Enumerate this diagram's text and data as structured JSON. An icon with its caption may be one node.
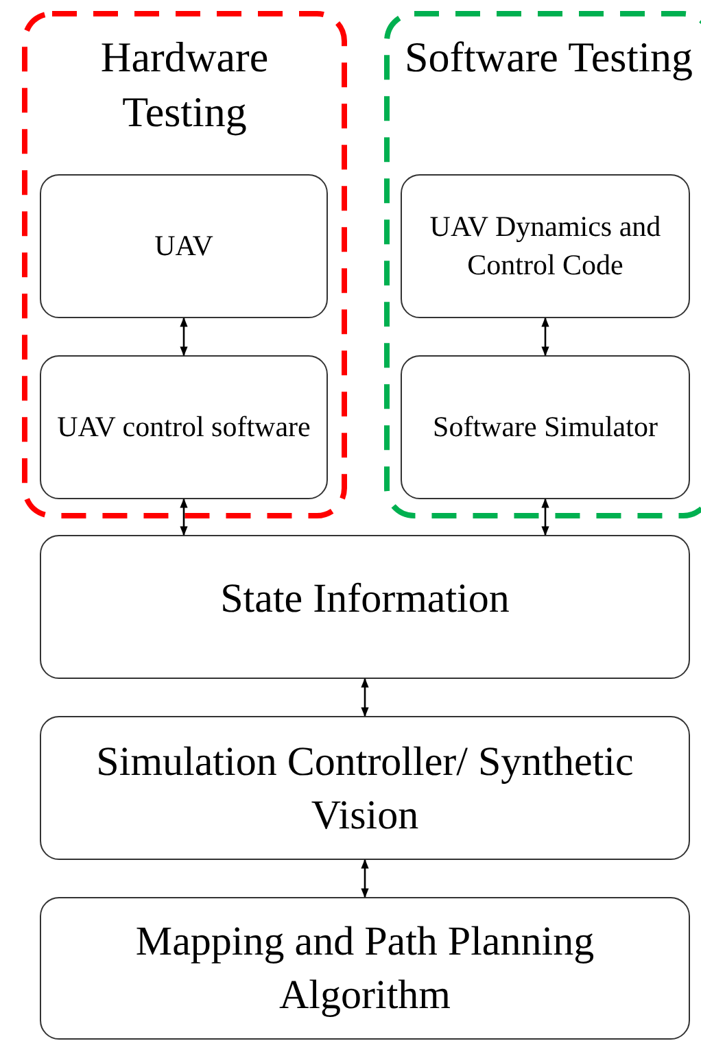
{
  "diagram": {
    "nodes": [
      {
        "text": [
          "Hardware Testing"
        ]
      },
      {
        "text": [
          "UAV"
        ],
        "in": 0
      },
      {
        "text": [
          "UAV control software"
        ],
        "in": 0
      },
      {
        "text": [
          "Software Testing"
        ]
      },
      {
        "text": [
          "UAV Dynamics and Control Code"
        ],
        "in": 3
      },
      {
        "text": [
          "Software Simulator"
        ],
        "in": 3
      },
      {
        "text": [
          "State Information"
        ]
      },
      {
        "text": [
          "Simulation Controller/ Synthetic Vision"
        ]
      },
      {
        "text": [
          "Mapping and Path Planning Algorithm"
        ]
      }
    ],
    "edges": [
      {
        "from": 1,
        "to": 2,
        "arrow": "both"
      },
      {
        "from": 4,
        "to": 5,
        "arrow": "both"
      },
      {
        "from": 2,
        "to": 6,
        "arrow": "both"
      },
      {
        "from": 5,
        "to": 6,
        "arrow": "both"
      },
      {
        "from": 6,
        "to": 7,
        "arrow": "both"
      },
      {
        "from": 7,
        "to": 8,
        "arrow": "both"
      }
    ]
  }
}
